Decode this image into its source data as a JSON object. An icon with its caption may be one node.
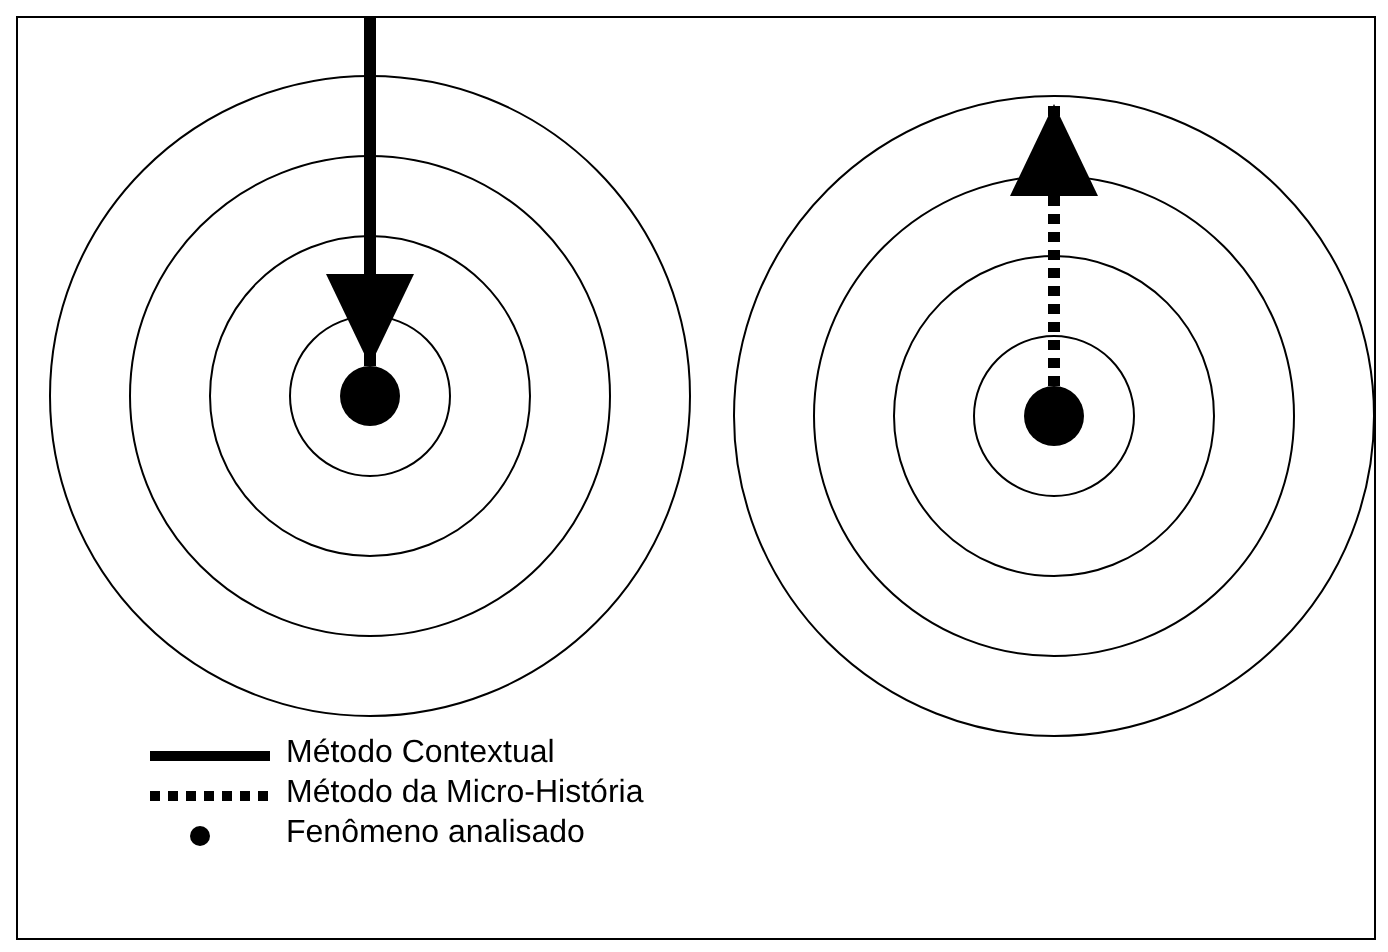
{
  "diagram": {
    "nodes": [
      {
        "text": [],
        "shape": "circle"
      },
      {
        "text": [],
        "shape": "circle"
      }
    ],
    "edges": [
      {
        "from": null,
        "to": 0,
        "arrow": "to"
      },
      {
        "from": 1,
        "to": null,
        "arrow": "to",
        "style": "dashed"
      }
    ],
    "legend": [
      {
        "text": "Método Contextual"
      },
      {
        "text": "Método da Micro-História"
      },
      {
        "text": "Fenômeno analisado"
      }
    ]
  }
}
